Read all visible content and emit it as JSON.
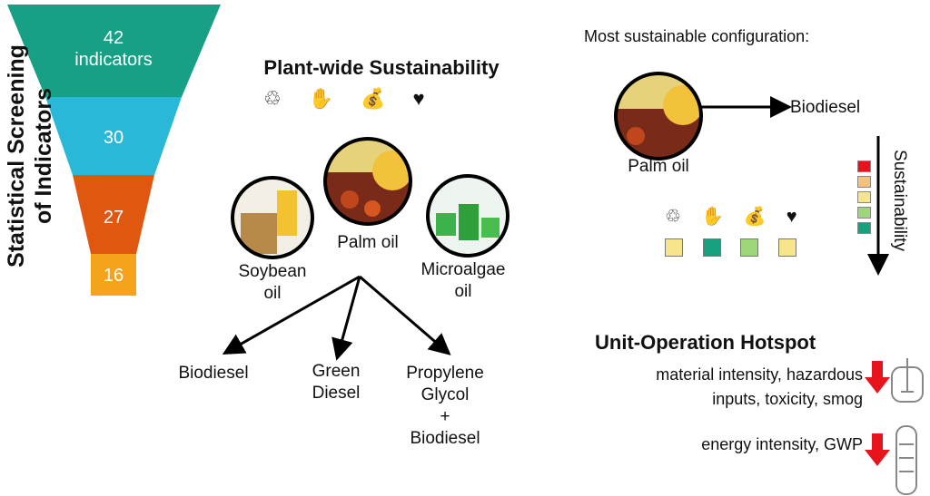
{
  "funnel": {
    "title_line1": "Statistical Screening",
    "title_line2": "of Indicators",
    "levels": [
      {
        "label": "42",
        "sublabel": "indicators",
        "color": "#17a086"
      },
      {
        "label": "30",
        "color": "#29b8d8"
      },
      {
        "label": "27",
        "color": "#e0570f"
      },
      {
        "label": "16",
        "color": "#f5a31a"
      }
    ]
  },
  "center": {
    "title": "Plant-wide Sustainability",
    "icons": [
      "environment-icon",
      "society-hand-icon",
      "money-bag-icon",
      "health-heart-icon"
    ],
    "feedstocks": [
      {
        "label_line1": "Soybean",
        "label_line2": "oil"
      },
      {
        "label_line1": "Palm oil",
        "label_line2": ""
      },
      {
        "label_line1": "Microalgae",
        "label_line2": "oil"
      }
    ],
    "products": [
      {
        "lines": [
          "Biodiesel"
        ]
      },
      {
        "lines": [
          "Green",
          "Diesel"
        ]
      },
      {
        "lines": [
          "Propylene",
          "Glycol",
          "+",
          "Biodiesel"
        ]
      }
    ]
  },
  "best": {
    "title": "Most sustainable configuration:",
    "feedstock": "Palm oil",
    "product": "Biodiesel",
    "axis_label": "Sustainability",
    "scale_colors": [
      "#e8141c",
      "#f5c27a",
      "#f7e58c",
      "#9ed67a",
      "#16a07e"
    ],
    "scores": [
      {
        "icon": "environment-icon",
        "color": "#f7e58c"
      },
      {
        "icon": "society-hand-icon",
        "color": "#16a07e"
      },
      {
        "icon": "money-bag-icon",
        "color": "#9ed67a"
      },
      {
        "icon": "health-heart-icon",
        "color": "#f7e58c"
      }
    ]
  },
  "hotspot": {
    "title": "Unit-Operation Hotspot",
    "item1_line1": "material intensity, hazardous",
    "item1_line2": "inputs, toxicity, smog",
    "item2": "energy intensity, GWP",
    "arrow_color": "#e8141c"
  }
}
